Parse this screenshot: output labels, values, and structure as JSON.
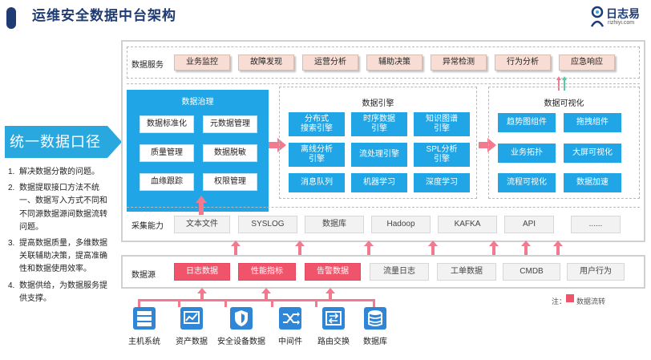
{
  "header": {
    "title": "运维安全数据中台架构"
  },
  "logo": {
    "name": "日志易",
    "subtitle": "rizhiyi.com"
  },
  "left_panel": {
    "unified_label": "统一数据口径",
    "notes": [
      {
        "num": "1.",
        "text": "解决数据分散的问题。"
      },
      {
        "num": "2.",
        "text": "数据提取接口方法不统一、数据写入方式不同和不同源数据源间数据流转问题。"
      },
      {
        "num": "3.",
        "text": "提高数据质量，多维数据关联辅助决策，提高准确性和数据使用效率。"
      },
      {
        "num": "4.",
        "text": "数据供给，为数据服务提供支撑。"
      }
    ]
  },
  "services": {
    "label": "数据服务",
    "items": [
      "业务监控",
      "故障发现",
      "运营分析",
      "辅助决策",
      "异常检测",
      "行为分析",
      "应急响应"
    ]
  },
  "governance": {
    "title": "数据治理",
    "items": [
      "数据标准化",
      "元数据管理",
      "质量管理",
      "数据脱敏",
      "血缘跟踪",
      "权限管理"
    ]
  },
  "engine": {
    "title": "数据引擎",
    "items": [
      {
        "line1": "分布式",
        "line2": "搜索引擎"
      },
      {
        "line1": "时序数据",
        "line2": "引擎"
      },
      {
        "line1": "知识图谱",
        "line2": "引擎"
      },
      {
        "line1": "离线分析",
        "line2": "引擎"
      },
      {
        "line1": "流处理引擎",
        "line2": ""
      },
      {
        "line1": "SPL分析",
        "line2": "引擎"
      },
      {
        "line1": "消息队列",
        "line2": ""
      },
      {
        "line1": "机器学习",
        "line2": ""
      },
      {
        "line1": "深度学习",
        "line2": ""
      }
    ]
  },
  "visualization": {
    "title": "数据可视化",
    "items": [
      "趋势图组件",
      "拖拽组件",
      "业务拓扑",
      "大屏可视化",
      "流程可视化",
      "数据加速"
    ]
  },
  "capture": {
    "label": "采集能力",
    "items": [
      "文本文件",
      "SYSLOG",
      "数据库",
      "Hadoop",
      "KAFKA",
      "API",
      "......"
    ]
  },
  "sources": {
    "label": "数据源",
    "items": [
      {
        "label": "日志数据",
        "highlight": true
      },
      {
        "label": "性能指标",
        "highlight": true
      },
      {
        "label": "告警数据",
        "highlight": true
      },
      {
        "label": "流量日志",
        "highlight": false
      },
      {
        "label": "工单数据",
        "highlight": false
      },
      {
        "label": "CMDB",
        "highlight": false
      },
      {
        "label": "用户行为",
        "highlight": false
      }
    ]
  },
  "legend": {
    "prefix": "注：",
    "text": "数据流转",
    "color": "#f0546b"
  },
  "systems": [
    {
      "label": "主机系统",
      "icon": "server-icon"
    },
    {
      "label": "资产数据",
      "icon": "asset-chart-icon"
    },
    {
      "label": "安全设备数据",
      "icon": "shield-icon"
    },
    {
      "label": "中间件",
      "icon": "shuffle-icon"
    },
    {
      "label": "路由交换",
      "icon": "router-icon"
    },
    {
      "label": "数据库",
      "icon": "database-icon"
    }
  ],
  "colors": {
    "primary_blue": "#20a6e6",
    "accent_red": "#f0546b",
    "service_fill": "#f7ddd3",
    "title_navy": "#1f3b73"
  }
}
